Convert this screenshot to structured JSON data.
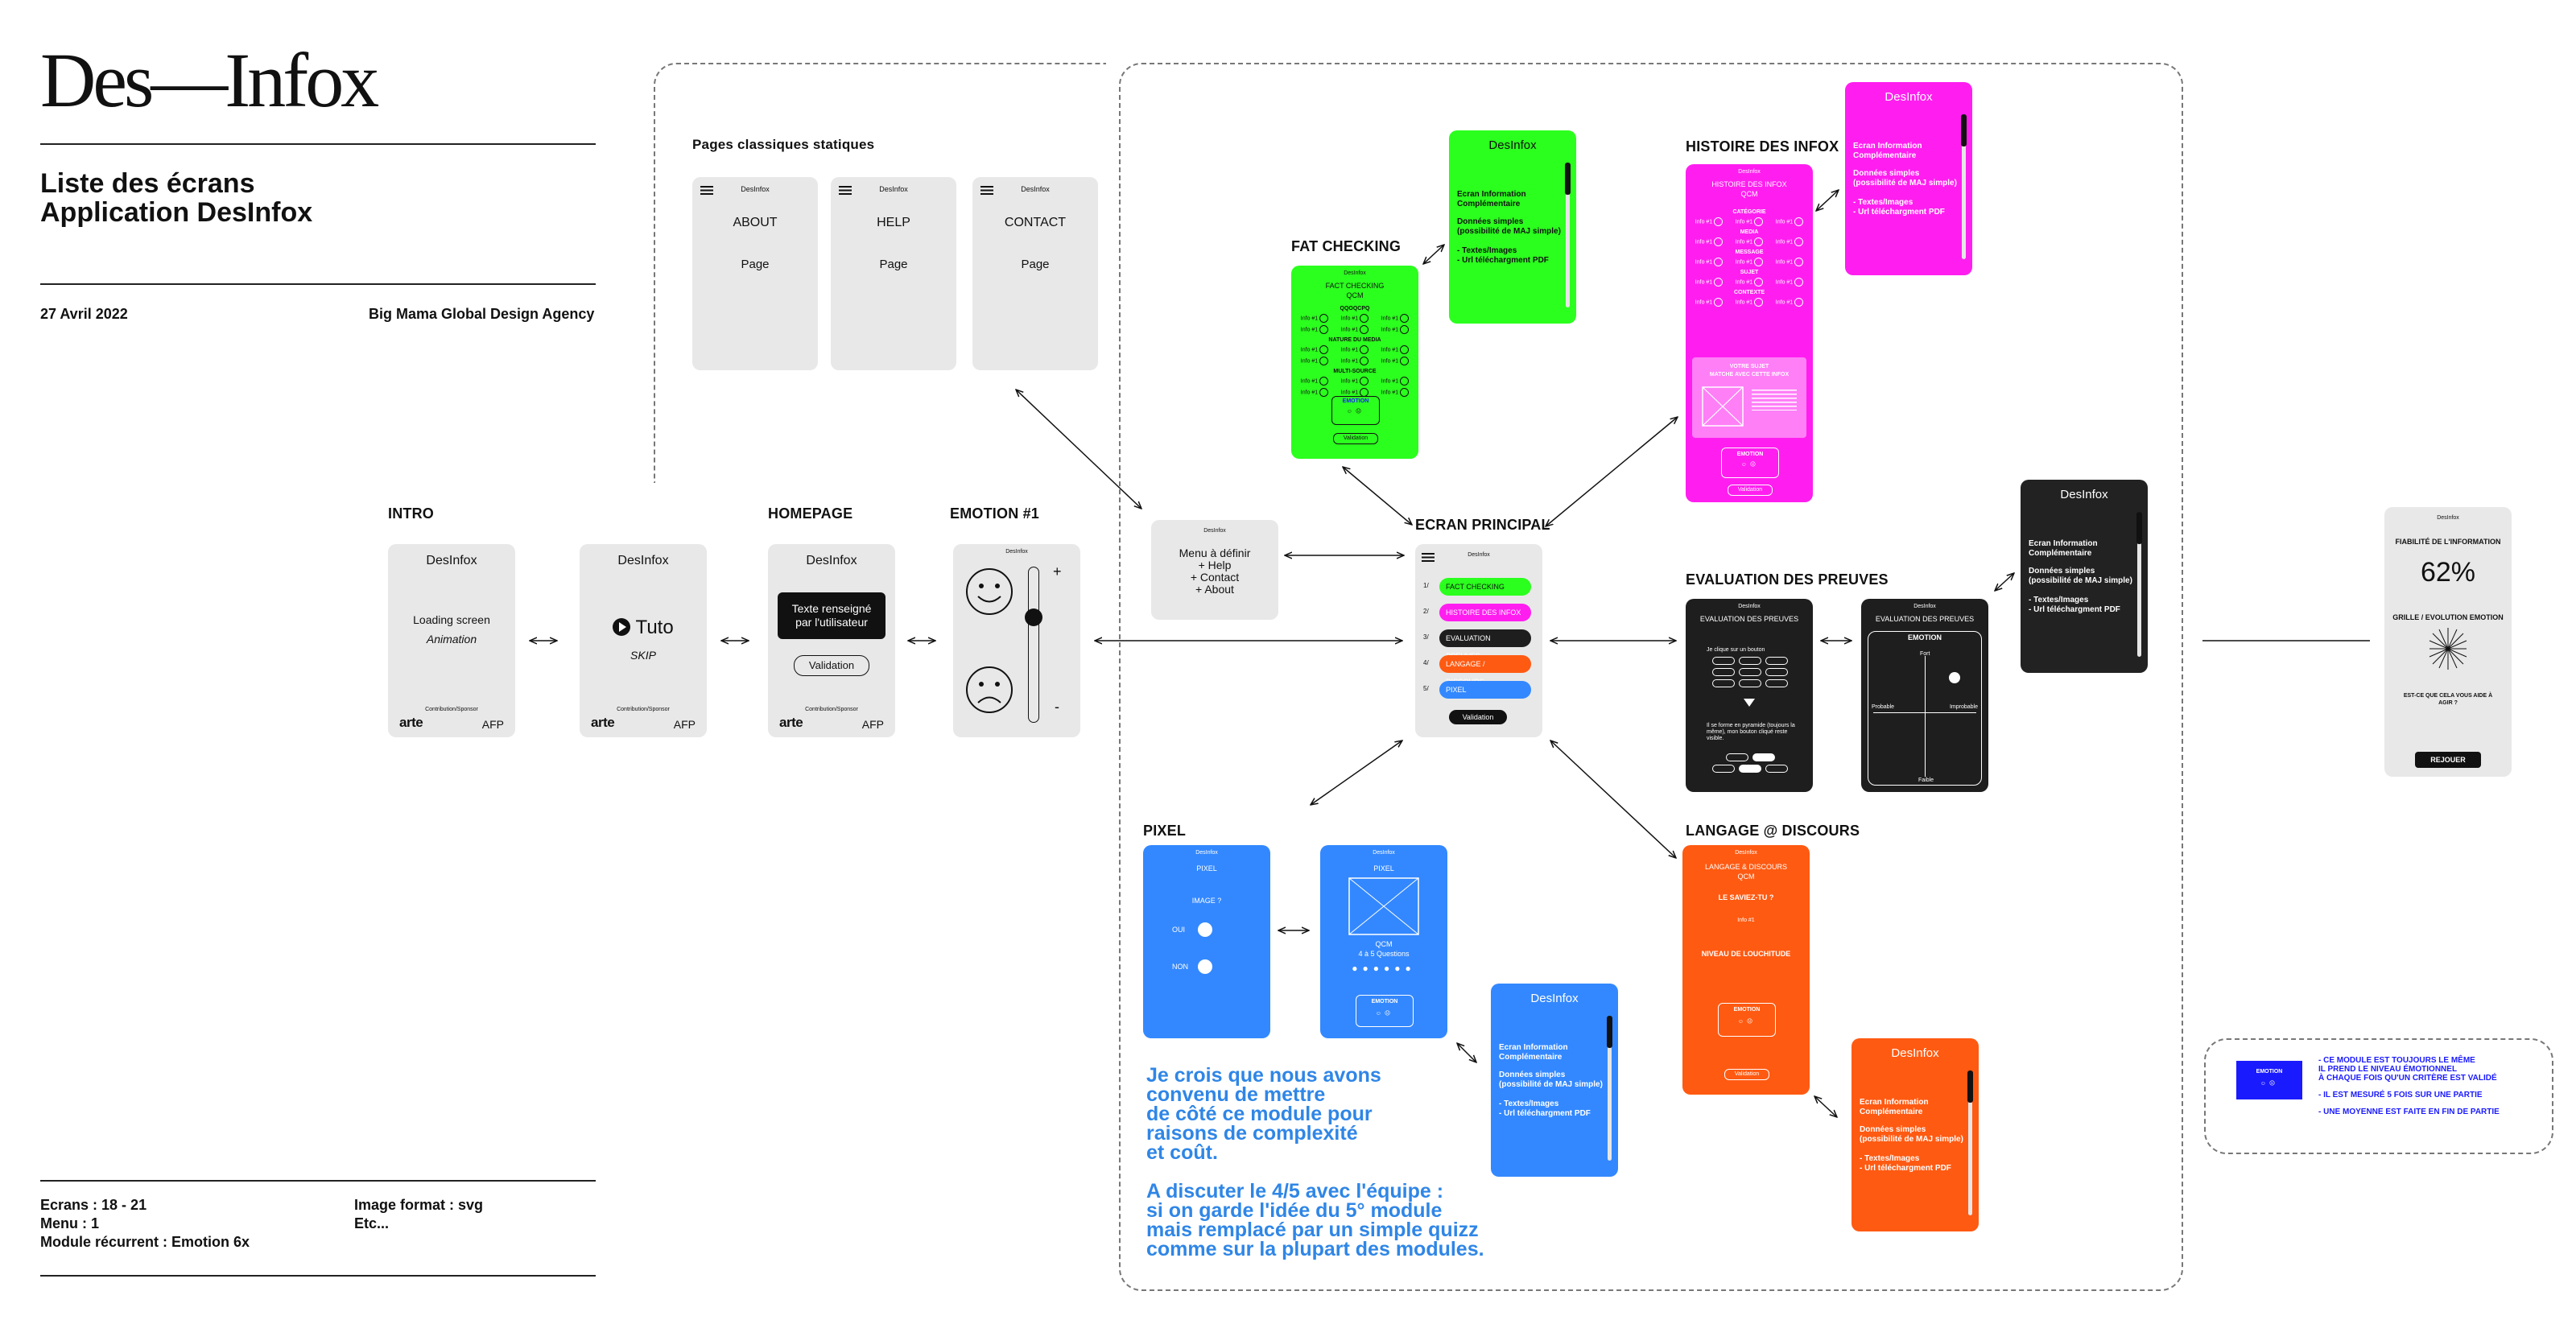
{
  "logo": "Des—Infox",
  "title_line1": "Liste des écrans",
  "title_line2": "Application DesInfox",
  "date": "27 Avril 2022",
  "agency": "Big Mama Global Design Agency",
  "stats": {
    "screens": "Ecrans : 18 - 21",
    "menu": "Menu : 1",
    "recurrent": "Module récurrent : Emotion 6x",
    "format": "Image format : svg",
    "etc": "Etc..."
  },
  "sections": {
    "static_pages": "Pages classiques statiques",
    "intro": "INTRO",
    "homepage": "HOMEPAGE",
    "emotion1": "EMOTION #1",
    "fact_checking": "FAT CHECKING",
    "ecran_principal": "ECRAN PRINCIPAL",
    "histoire": "HISTOIRE DES INFOX",
    "evaluation": "EVALUATION DES PREUVES",
    "pixel": "PIXEL",
    "langage": "LANGAGE @ DISCOURS"
  },
  "common": {
    "app_name": "DesInfox",
    "brand": "arte",
    "partner": "AFP",
    "sponsor": "Contribution/Sponsor",
    "emotion": "EMOTION",
    "validation": "Validation"
  },
  "static_pages": [
    {
      "title": "ABOUT",
      "subtitle": "Page"
    },
    {
      "title": "HELP",
      "subtitle": "Page"
    },
    {
      "title": "CONTACT",
      "subtitle": "Page"
    }
  ],
  "intro": {
    "text": "Loading screen",
    "subtext": "Animation"
  },
  "tuto": {
    "label": "Tuto",
    "skip": "SKIP"
  },
  "homepage": {
    "input_line1": "Texte renseigné",
    "input_line2": "par l'utilisateur",
    "button": "Validation"
  },
  "emotion": {
    "plus": "+",
    "minus": "-"
  },
  "menu": {
    "line1": "Menu à définir",
    "line2": "+ Help",
    "line3": "+ Contact",
    "line4": "+ About"
  },
  "ecran_principal": {
    "items": [
      {
        "num": "1/",
        "label": "FACT CHECKING",
        "color": "#2bff1e"
      },
      {
        "num": "2/",
        "label": "HISTOIRE DES INFOX",
        "color": "#ff1eef"
      },
      {
        "num": "3/",
        "label": "EVALUATION PREUVES",
        "color": "#1e1e1e"
      },
      {
        "num": "4/",
        "label": "LANGAGE / DISCOURS",
        "color": "#ff5a12"
      },
      {
        "num": "5/",
        "label": "PIXEL",
        "color": "#3388ff"
      }
    ],
    "button": "Validation"
  },
  "fact_checking": {
    "title": "FACT CHECKING",
    "subtitle": "QCM",
    "groups": [
      "QQOQCPQ",
      "NATURE DU MEDIA",
      "MULTI-SOURCE"
    ],
    "option": "Info #1"
  },
  "info_panel": {
    "title": "Ecran Information Complémentaire",
    "line1": "Données simples",
    "line2": "(possibilité de MAJ simple)",
    "line3": "- Textes/Images",
    "line4": "- Url téléchargment PDF"
  },
  "histoire": {
    "title": "HISTOIRE DES INFOX",
    "subtitle": "QCM",
    "groups": [
      "CATÉGORIE",
      "MEDIA",
      "MESSAGE",
      "SUJET",
      "CONTEXTE"
    ],
    "option": "Info #1",
    "box_line1": "VOTRE SUJET",
    "box_line2": "MATCHE AVEC CETTE INFOX"
  },
  "evaluation": {
    "title": "EVALUATION DES PREUVES",
    "q1": "Je clique sur un bouton",
    "q2": "Il se forme en pyramide (toujours la même), mon bouton cliqué reste visible.",
    "emotion": "EMOTION",
    "axis_top": "Fort",
    "axis_bottom": "Faible",
    "axis_left": "Probable",
    "axis_right": "Improbable"
  },
  "result": {
    "heading": "FIABILITÉ DE L'INFORMATION",
    "percent": "62%",
    "grid_label": "GRILLE / EVOLUTION EMOTION",
    "question": "EST-CE QUE CELA VOUS AIDE À AGIR ?",
    "button": "REJOUER"
  },
  "pixel": {
    "title": "PIXEL",
    "image": "IMAGE ?",
    "yes": "OUI",
    "no": "NON",
    "qcm": "QCM",
    "questions": "4 à 5 Questions"
  },
  "langage": {
    "title": "LANGAGE & DISCOURS",
    "subtitle": "QCM",
    "q": "LE SAVIEZ-TU ?",
    "info": "Info #1",
    "level": "NIVEAU DE LOUCHITUDE"
  },
  "note1": [
    "Je crois que nous avons",
    "convenu de mettre",
    "de côté ce module pour",
    "raisons de complexité",
    "et coût."
  ],
  "note2": [
    "A discuter le 4/5 avec l'équipe :",
    "si on garde l'idée du 5° module",
    "mais remplacé par un simple quizz",
    "comme sur la plupart des modules."
  ],
  "legend": {
    "badge": "EMOTION",
    "l1": "- CE MODULE EST TOUJOURS LE MÊME",
    "l2": "IL PREND LE NIVEAU ÉMOTIONNEL",
    "l3": "À CHAQUE FOIS QU'UN CRITÈRE EST VALIDÉ",
    "l4": "- IL EST MESURÉ 5 FOIS SUR UNE PARTIE",
    "l5": "- UNE MOYENNE EST FAITE EN FIN DE PARTIE"
  },
  "colors": {
    "green": "#2bff1e",
    "magenta": "#ff1eef",
    "blue": "#3388ff",
    "orange": "#ff5a12",
    "dark": "#1e1e1e",
    "note_blue": "#2f86e6",
    "legend_blue": "#1a1aff"
  }
}
